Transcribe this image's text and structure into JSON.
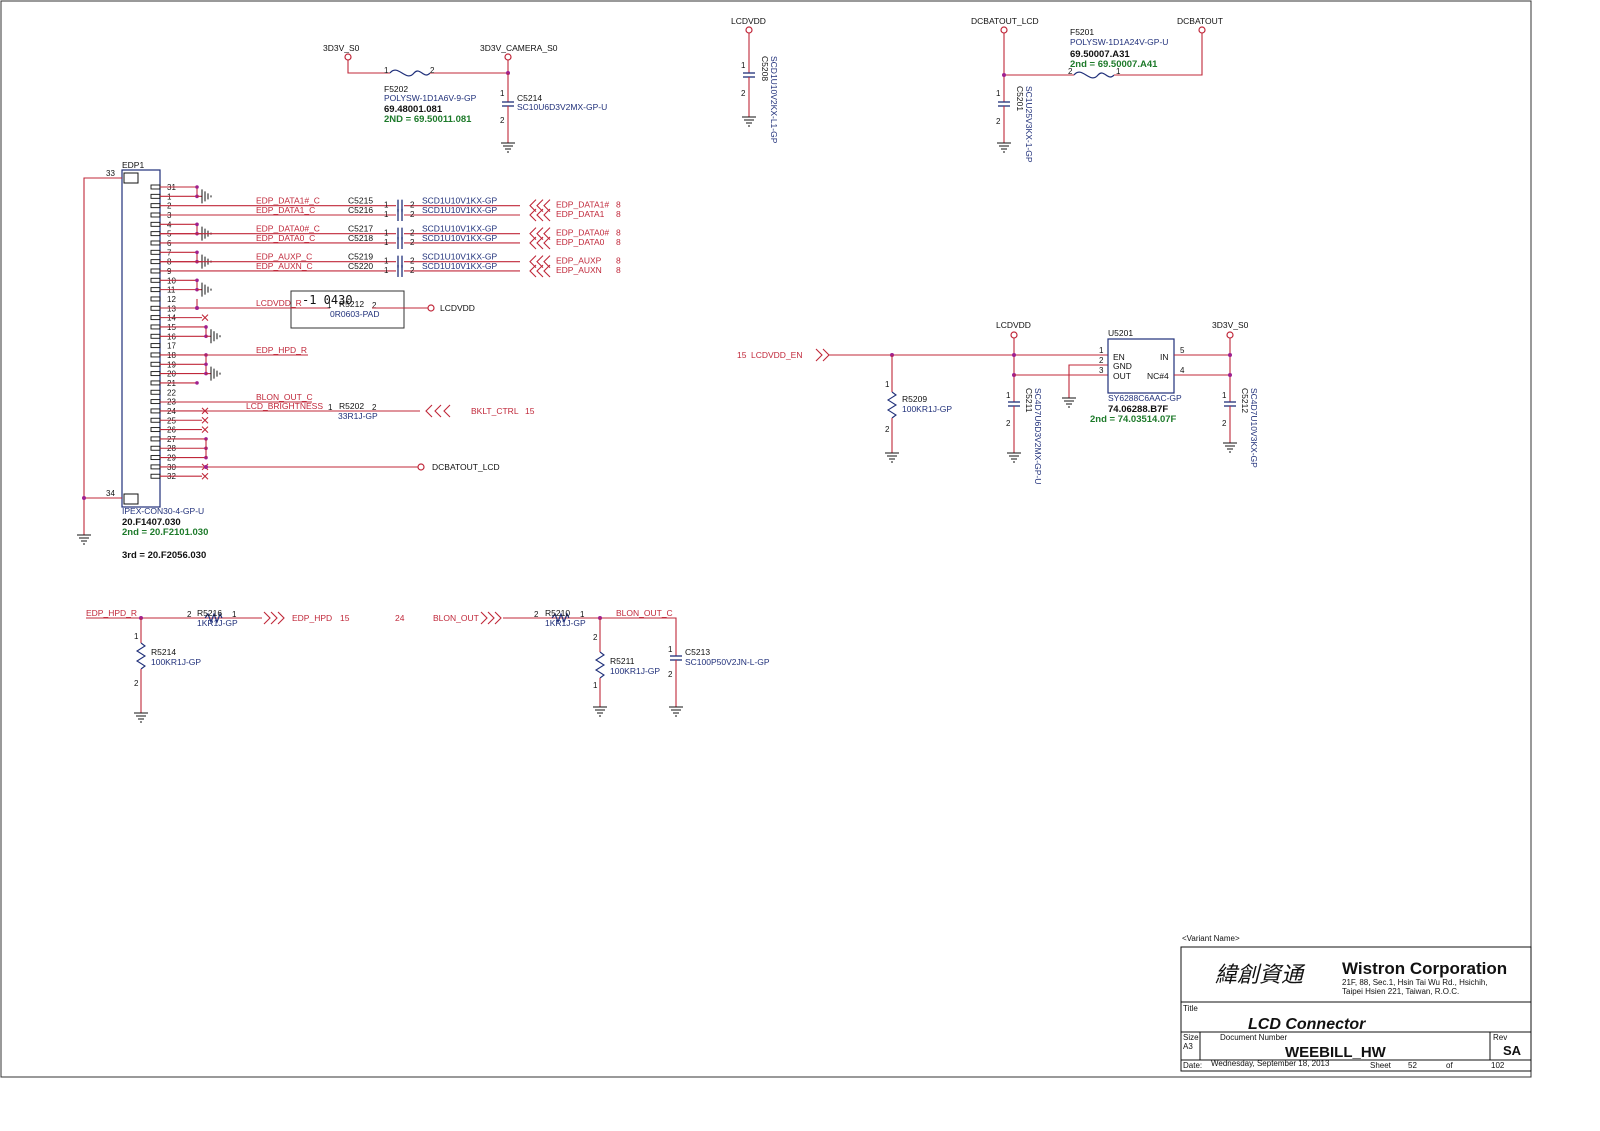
{
  "supplies": {
    "lcdvdd_top": "LCDVDD",
    "dcbatout_lcd": "DCBATOUT_LCD",
    "dcbatout": "DCBATOUT",
    "v3d3_s0": "3D3V_S0",
    "v3d3_camera": "3D3V_CAMERA_S0"
  },
  "f5202": {
    "ref": "F5202",
    "part": "POLYSW-1D1A6V-9-GP",
    "pn": "69.48001.081",
    "alt": "2ND = 69.50011.081",
    "pin1": "1",
    "pin2": "2"
  },
  "c5214": {
    "ref": "C5214",
    "part": "SC10U6D3V2MX-GP-U"
  },
  "c5208": {
    "ref": "C5208",
    "part": "SCD1U10V2KX-L1-GP"
  },
  "f5201": {
    "ref": "F5201",
    "part": "POLYSW-1D1A24V-GP-U",
    "pn": "69.50007.A31",
    "alt": "2nd = 69.50007.A41"
  },
  "c5201": {
    "ref": "C5201",
    "part": "SC1U25V3KX-1-GP"
  },
  "edp1": {
    "ref": "EDP1",
    "part": "IPEX-CON30-4-GP-U",
    "pn": "20.F1407.030",
    "alt2": "2nd = 20.F2101.030",
    "alt3": "3rd = 20.F2056.030",
    "pins": [
      "31",
      "1",
      "2",
      "3",
      "4",
      "5",
      "6",
      "7",
      "8",
      "9",
      "10",
      "11",
      "12",
      "13",
      "14",
      "15",
      "16",
      "17",
      "18",
      "19",
      "20",
      "21",
      "22",
      "23",
      "24",
      "25",
      "26",
      "27",
      "28",
      "29",
      "30",
      "32"
    ],
    "pin_top": "33",
    "pin_bottom": "34"
  },
  "edp_nets": [
    {
      "net": "EDP_DATA1#_C",
      "cap": "C5215",
      "part": "SCD1U10V1KX-GP",
      "out": "EDP_DATA1#",
      "sheet": "8"
    },
    {
      "net": "EDP_DATA1_C",
      "cap": "C5216",
      "part": "SCD1U10V1KX-GP",
      "out": "EDP_DATA1",
      "sheet": "8"
    },
    {
      "net": "EDP_DATA0#_C",
      "cap": "C5217",
      "part": "SCD1U10V1KX-GP",
      "out": "EDP_DATA0#",
      "sheet": "8"
    },
    {
      "net": "EDP_DATA0_C",
      "cap": "C5218",
      "part": "SCD1U10V1KX-GP",
      "out": "EDP_DATA0",
      "sheet": "8"
    },
    {
      "net": "EDP_AUXP_C",
      "cap": "C5219",
      "part": "SCD1U10V1KX-GP",
      "out": "EDP_AUXP",
      "sheet": "8"
    },
    {
      "net": "EDP_AUXN_C",
      "cap": "C5220",
      "part": "SCD1U10V1KX-GP",
      "out": "EDP_AUXN",
      "sheet": "8"
    }
  ],
  "r5212": {
    "ref": "R5212",
    "part": "0R0603-PAD",
    "net": "LCDVDD_R",
    "out": "LCDVDD",
    "note": "-1  0430"
  },
  "edp_hpd_r": "EDP_HPD_R",
  "blon_out_c": "BLON_OUT_C",
  "lcd_brightness": "LCD_BRIGHTNESS",
  "r5202": {
    "ref": "R5202",
    "part": "33R1J-GP"
  },
  "bklt_ctrl": {
    "net": "BKLT_CTRL",
    "sheet": "15"
  },
  "dcbatout_lcd_net": "DCBATOUT_LCD",
  "lcdvdd_en": {
    "sheet": "15",
    "net": "LCDVDD_EN"
  },
  "r5209": {
    "ref": "R5209",
    "part": "100KR1J-GP"
  },
  "lcdvdd_mid": "LCDVDD",
  "c5211": {
    "ref": "C5211",
    "part": "SC4D7U6D3V2MX-GP-U"
  },
  "u5201": {
    "ref": "U5201",
    "part": "SY6288C6AAC-GP",
    "pn": "74.06288.B7F",
    "alt": "2nd = 74.03514.07F",
    "pins": {
      "en": "EN",
      "gnd": "GND",
      "out": "OUT",
      "in": "IN",
      "nc": "NC#4"
    }
  },
  "c5212": {
    "ref": "C5212",
    "part": "SC4D7U10V3KX-GP"
  },
  "v3d3_s0_mid": "3D3V_S0",
  "hpd": {
    "in": "EDP_HPD_R",
    "r": "R5216",
    "rpart": "1KR1J-GP",
    "out": "EDP_HPD",
    "sheet": "15",
    "pd": "R5214",
    "pdpart": "100KR1J-GP"
  },
  "blon": {
    "sheet": "24",
    "in": "BLON_OUT",
    "r": "R5210",
    "rpart": "1KR1J-GP",
    "out": "BLON_OUT_C",
    "pd": "R5211",
    "pdpart": "100KR1J-GP",
    "cap": "C5213",
    "cappart": "SC100P50V2JN-L-GP"
  },
  "title_block": {
    "variant": "<Variant Name>",
    "logo_cn": "緯創資通",
    "company": "Wistron Corporation",
    "addr1": "21F, 88, Sec.1, Hsin Tai Wu Rd., Hsichih,",
    "addr2": "Taipei Hsien 221, Taiwan, R.O.C.",
    "title_label": "Title",
    "title": "LCD Connector",
    "size_label": "Size",
    "size": "A3",
    "docnum_label": "Document Number",
    "docnum": "WEEBILL_HW",
    "rev_label": "Rev",
    "rev": "SA",
    "date_label": "Date:",
    "date": "Wednesday, September 18, 2013",
    "sheet_label": "Sheet",
    "sheet": "52",
    "of_label": "of",
    "total": "102"
  }
}
